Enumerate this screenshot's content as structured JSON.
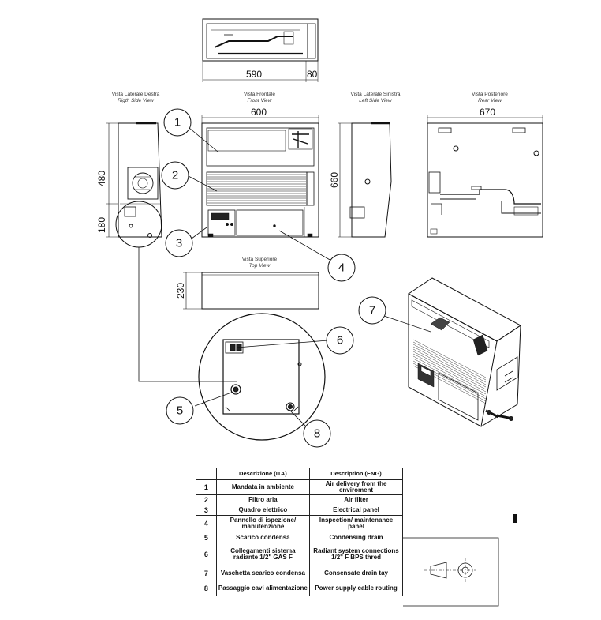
{
  "dimensions": {
    "top_width": "590",
    "top_depth": "80",
    "front_width": "600",
    "rear_width": "670",
    "height_upper": "480",
    "height_lower": "180",
    "left_height": "660",
    "top_depth_view": "230"
  },
  "views": {
    "right_side": {
      "it": "Vista Laterale Destra",
      "en": "Rigth Side View"
    },
    "front": {
      "it": "Vista Frontale",
      "en": "Front View"
    },
    "left_side": {
      "it": "Vista Laterale Sinistra",
      "en": "Left Side View"
    },
    "rear": {
      "it": "Vista Posteriore",
      "en": "Rear View"
    },
    "top": {
      "it": "Vista Superiore",
      "en": "Top View"
    }
  },
  "callouts": [
    "1",
    "2",
    "3",
    "4",
    "5",
    "6",
    "7",
    "8"
  ],
  "legend": {
    "header_ita": "Descrizione (ITA)",
    "header_eng": "Description (ENG)",
    "rows": [
      {
        "num": "1",
        "ita": "Mandata in ambiente",
        "eng": "Air delivery from the enviroment"
      },
      {
        "num": "2",
        "ita": "Filtro aria",
        "eng": "Air filter"
      },
      {
        "num": "3",
        "ita": "Quadro elettrico",
        "eng": "Electrical panel"
      },
      {
        "num": "4",
        "ita": "Pannello di ispezione/ manutenzione",
        "eng": "Inspection/ maintenance panel"
      },
      {
        "num": "5",
        "ita": "Scarico condensa",
        "eng": "Condensing drain"
      },
      {
        "num": "6",
        "ita": "Collegamenti sistema radiante 1/2\" GAS F",
        "eng": "Radiant system connections 1/2\" F BPS thred"
      },
      {
        "num": "7",
        "ita": "Vaschetta scarico condensa",
        "eng": "Consensate drain tay"
      },
      {
        "num": "8",
        "ita": "Passaggio cavi alimentazione",
        "eng": "Power supply cable routing"
      }
    ]
  }
}
